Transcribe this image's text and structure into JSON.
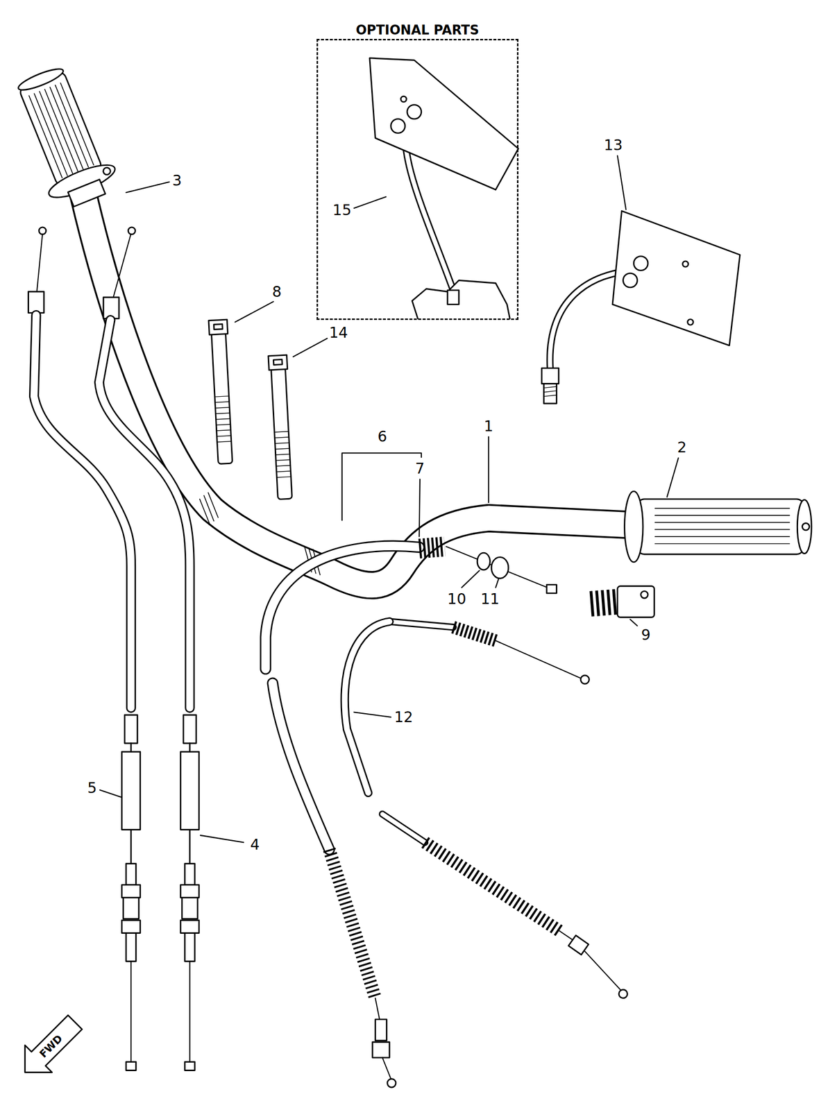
{
  "diagram": {
    "nodes": [
      {
        "text": [
          "OPTIONAL PARTS"
        ]
      }
    ],
    "labels": [
      "15",
      "3",
      "13",
      "8",
      "14",
      "6",
      "7",
      "1",
      "2",
      "10",
      "11",
      "9",
      "12",
      "5",
      "4",
      "FWD"
    ]
  }
}
